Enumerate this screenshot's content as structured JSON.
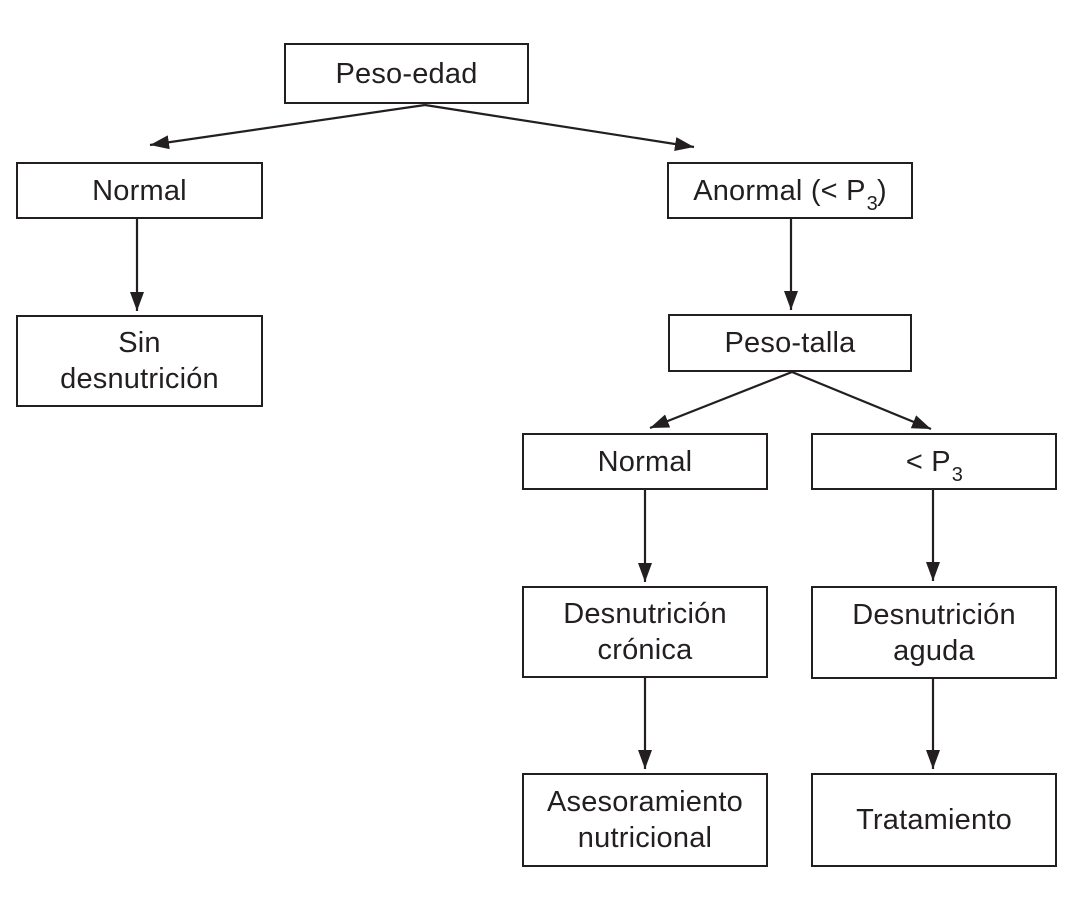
{
  "diagram": {
    "background_color": "#ffffff",
    "line_color": "#231f20",
    "box_fill": "#ffffff",
    "nodes": {
      "peso_edad": {
        "label": "Peso-edad"
      },
      "normal_1": {
        "label": "Normal"
      },
      "anormal": {
        "label_pre": "Anormal (< P",
        "label_sub": "3",
        "label_post": ")"
      },
      "sin_desnutricion": {
        "line1": "Sin",
        "line2": "desnutrición"
      },
      "peso_talla": {
        "label": "Peso-talla"
      },
      "normal_2": {
        "label": "Normal"
      },
      "menor_p3": {
        "label_pre": "< P",
        "label_sub": "3",
        "label_post": ""
      },
      "desnutricion_cronica": {
        "line1": "Desnutrición",
        "line2": "crónica"
      },
      "desnutricion_aguda": {
        "line1": "Desnutrición",
        "line2": "aguda"
      },
      "asesoramiento_nutricional": {
        "line1": "Asesoramiento",
        "line2": "nutricional"
      },
      "tratamiento": {
        "label": "Tratamiento"
      }
    },
    "edges": [
      {
        "from": "peso_edad",
        "to": "normal_1"
      },
      {
        "from": "peso_edad",
        "to": "anormal"
      },
      {
        "from": "normal_1",
        "to": "sin_desnutricion"
      },
      {
        "from": "anormal",
        "to": "peso_talla"
      },
      {
        "from": "peso_talla",
        "to": "normal_2"
      },
      {
        "from": "peso_talla",
        "to": "menor_p3"
      },
      {
        "from": "normal_2",
        "to": "desnutricion_cronica"
      },
      {
        "from": "menor_p3",
        "to": "desnutricion_aguda"
      },
      {
        "from": "desnutricion_cronica",
        "to": "asesoramiento_nutricional"
      },
      {
        "from": "desnutricion_aguda",
        "to": "tratamiento"
      }
    ]
  }
}
